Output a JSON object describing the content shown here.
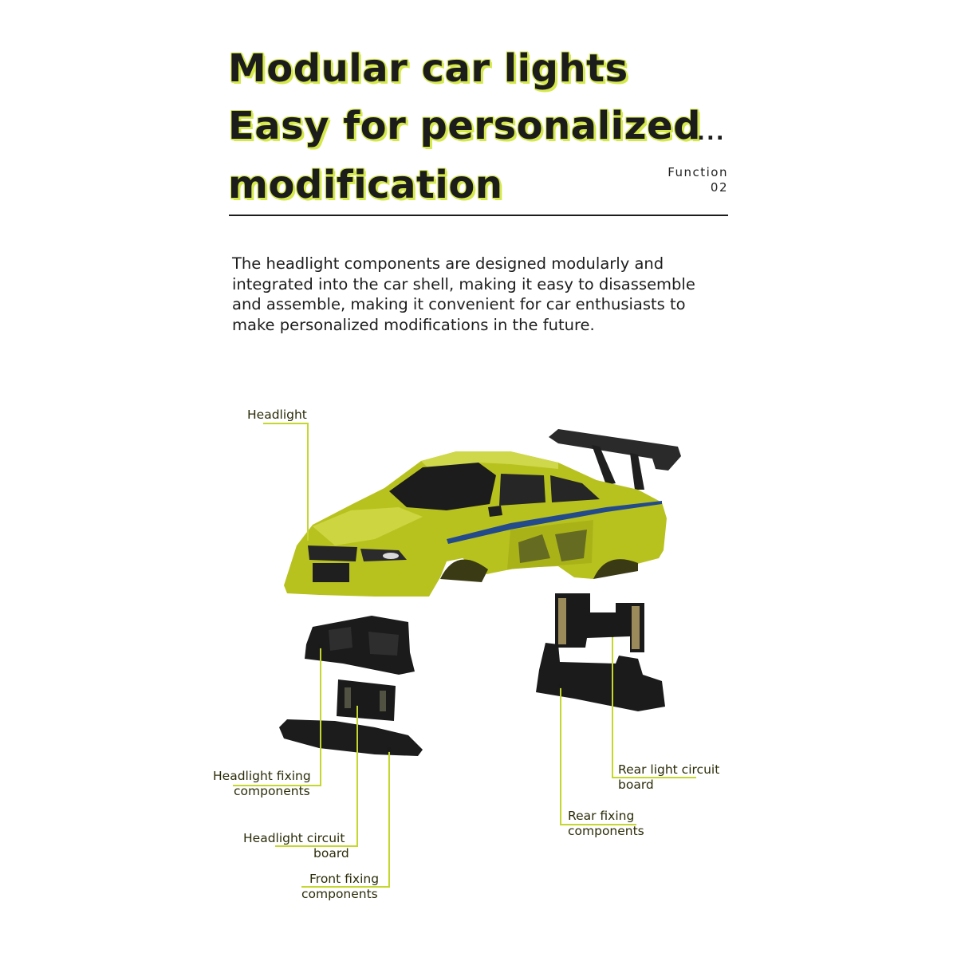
{
  "heading": {
    "line1": "Modular car lights",
    "line2": "Easy for personalized",
    "line3": "modification",
    "ellipsis": "..."
  },
  "function_tag": {
    "label": "Function",
    "number": "02"
  },
  "description": {
    "line1": "The headlight components are designed modularly and",
    "line2": "integrated into the car shell, making it easy to disassemble",
    "line3": "and assemble, making it convenient for car enthusiasts to",
    "line4": "make personalized modifications in the future."
  },
  "callouts": {
    "headlight": "Headlight",
    "headlight_fixing_1": "Headlight fixing",
    "headlight_fixing_2": "components",
    "headlight_circuit_1": "Headlight circuit",
    "headlight_circuit_2": "board",
    "front_fixing_1": "Front fixing",
    "front_fixing_2": "components",
    "rear_circuit_1": "Rear light circuit",
    "rear_circuit_2": "board",
    "rear_fixing_1": "Rear fixing",
    "rear_fixing_2": "components"
  },
  "colors": {
    "accent": "#d4e84a",
    "leader": "#c5d62e",
    "car_body": "#b9c424",
    "parts": "#1e1e1e"
  }
}
